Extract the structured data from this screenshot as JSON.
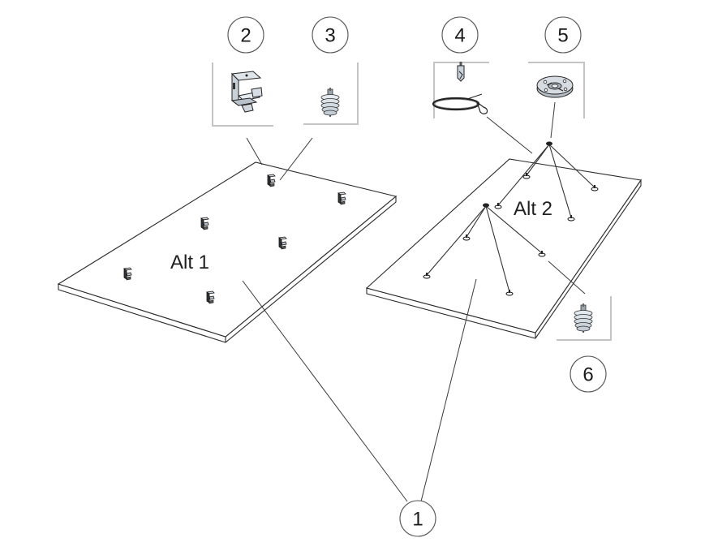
{
  "diagram": {
    "title": "",
    "callouts": [
      {
        "number": "1",
        "part": "ceiling-panel"
      },
      {
        "number": "2",
        "part": "grid-clip-bracket"
      },
      {
        "number": "3",
        "part": "spring-clip-anchor"
      },
      {
        "number": "4",
        "part": "wire-suspension-kit"
      },
      {
        "number": "5",
        "part": "ceiling-hub-rose"
      },
      {
        "number": "6",
        "part": "spring-clip-anchor"
      }
    ],
    "panels": [
      {
        "label": "Alt 1",
        "mount": "grid-clip-brackets",
        "fixture_count": 6
      },
      {
        "label": "Alt 2",
        "mount": "wire-suspension",
        "hub_count": 2,
        "anchor_count": 8
      }
    ],
    "colors": {
      "line": "#2a2a2a",
      "frame": "#c4c4c4",
      "part_fill": "#dde3ea",
      "background": "#ffffff"
    }
  }
}
